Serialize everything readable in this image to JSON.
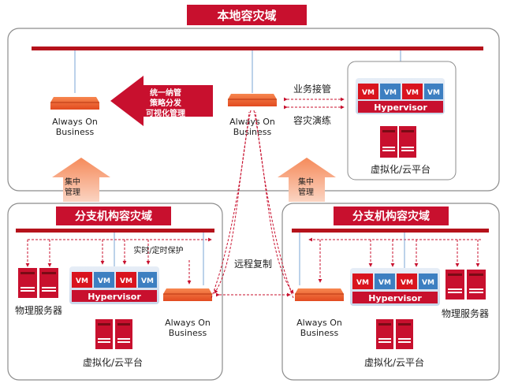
{
  "colors": {
    "red": "#c8102e",
    "dark_red": "#9e0b1f",
    "orange": "#f26a3d",
    "blue": "#3d7fc1",
    "vm_red": "#d9141e",
    "line_blue": "#7aa6d6"
  },
  "local_site": {
    "title": "本地容灾域",
    "always_on_left": {
      "line1": "Always On",
      "line2": "Business"
    },
    "always_on_center": {
      "line1": "Always On",
      "line2": "Business"
    },
    "management_arrow": {
      "line1": "统一纳管",
      "line2": "策略分发",
      "line3": "可视化管理"
    },
    "takeover_label": "业务接管",
    "drill_label": "容灾演练",
    "hypervisor_label": "Hypervisor",
    "vm_labels": [
      "VM",
      "VM",
      "VM",
      "VM"
    ],
    "virtual_platform_label": "虚拟化/云平台"
  },
  "central_mgmt": {
    "line1": "集中",
    "line2": "管理"
  },
  "remote_replication_label": "远程复制",
  "branch_left": {
    "title": "分支机构容灾域",
    "protection_label": "实时/定时保护",
    "physical_server_label": "物理服务器",
    "hypervisor_label": "Hypervisor",
    "vm_labels": [
      "VM",
      "VM",
      "VM",
      "VM"
    ],
    "virtual_platform_label": "虚拟化/云平台",
    "always_on": {
      "line1": "Always On",
      "line2": "Business"
    }
  },
  "branch_right": {
    "title": "分支机构容灾域",
    "physical_server_label": "物理服务器",
    "hypervisor_label": "Hypervisor",
    "vm_labels": [
      "VM",
      "VM",
      "VM",
      "VM"
    ],
    "virtual_platform_label": "虚拟化/云平台",
    "always_on": {
      "line1": "Always On",
      "line2": "Business"
    }
  }
}
